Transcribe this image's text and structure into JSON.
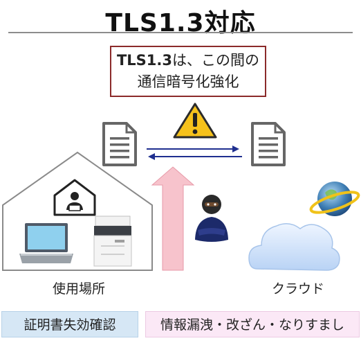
{
  "title": "TLS1.3対応",
  "callout": {
    "line1_bold": "TLS1.3",
    "line1_rest": "は、この間の",
    "line2": "通信暗号化強化"
  },
  "labels": {
    "workplace": "使用場所",
    "cloud": "クラウド"
  },
  "pills": {
    "left": "証明書失効確認",
    "right": "情報漏洩・改ざん・なりすまし"
  },
  "colors": {
    "callout_border": "#8b2a2a",
    "arrow_line": "#1f2f8f",
    "up_arrow_fill": "#f7c3cc",
    "warning_fill": "#f6c21c",
    "pill_blue": "#d6e7f5",
    "pill_pink": "#fbe8f6"
  }
}
